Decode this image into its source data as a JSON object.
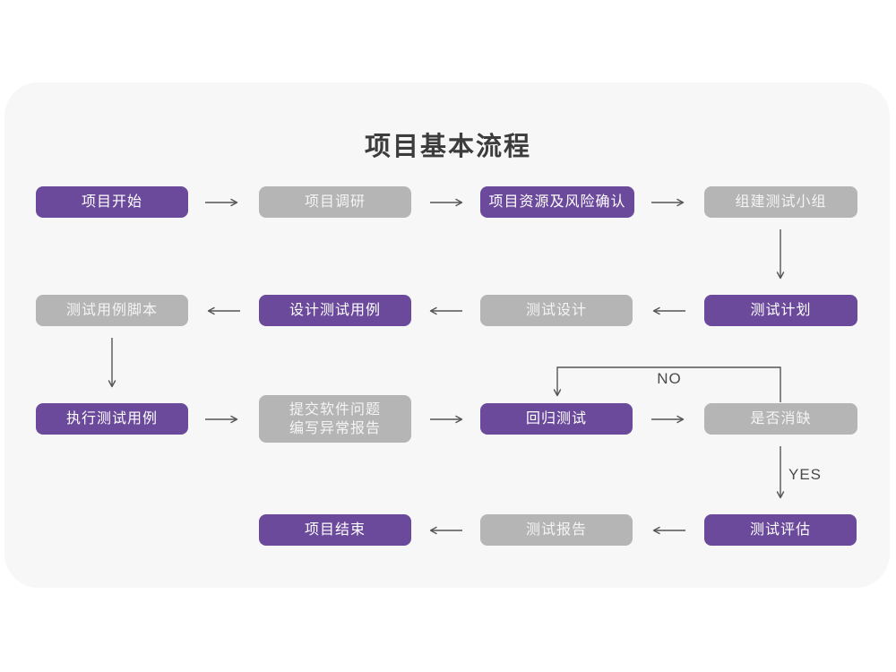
{
  "title": "项目基本流程",
  "colors": {
    "primary_node": "#6b4a9c",
    "secondary_node": "#b5b5b5",
    "card_background": "#f7f7f7",
    "page_background": "#ffffff",
    "arrow": "#555555",
    "title_text": "#3c3c3c"
  },
  "decision_labels": {
    "no": "NO",
    "yes": "YES"
  },
  "nodes": {
    "project_start": {
      "label": "项目开始",
      "style": "primary"
    },
    "project_research": {
      "label": "项目调研",
      "style": "secondary"
    },
    "resource_risk_confirm": {
      "label": "项目资源及风险确认",
      "style": "primary"
    },
    "build_test_team": {
      "label": "组建测试小组",
      "style": "secondary"
    },
    "test_case_script": {
      "label": "测试用例脚本",
      "style": "secondary"
    },
    "design_test_cases": {
      "label": "设计测试用例",
      "style": "primary"
    },
    "test_design": {
      "label": "测试设计",
      "style": "secondary"
    },
    "test_plan": {
      "label": "测试计划",
      "style": "primary"
    },
    "execute_test_cases": {
      "label": "执行测试用例",
      "style": "primary"
    },
    "submit_issue_report": {
      "label_line1": "提交软件问题",
      "label_line2": "编写异常报告",
      "style": "secondary"
    },
    "regression_test": {
      "label": "回归测试",
      "style": "primary"
    },
    "defect_resolved": {
      "label": "是否消缺",
      "style": "secondary"
    },
    "project_end": {
      "label": "项目结束",
      "style": "primary"
    },
    "test_report": {
      "label": "测试报告",
      "style": "secondary"
    },
    "test_evaluation": {
      "label": "测试评估",
      "style": "primary"
    }
  },
  "edges": [
    {
      "from": "project_start",
      "to": "project_research"
    },
    {
      "from": "project_research",
      "to": "resource_risk_confirm"
    },
    {
      "from": "resource_risk_confirm",
      "to": "build_test_team"
    },
    {
      "from": "build_test_team",
      "to": "test_plan"
    },
    {
      "from": "test_plan",
      "to": "test_design"
    },
    {
      "from": "test_design",
      "to": "design_test_cases"
    },
    {
      "from": "design_test_cases",
      "to": "test_case_script"
    },
    {
      "from": "test_case_script",
      "to": "execute_test_cases"
    },
    {
      "from": "execute_test_cases",
      "to": "submit_issue_report"
    },
    {
      "from": "submit_issue_report",
      "to": "regression_test"
    },
    {
      "from": "regression_test",
      "to": "defect_resolved"
    },
    {
      "from": "defect_resolved",
      "to": "regression_test",
      "label": "NO"
    },
    {
      "from": "defect_resolved",
      "to": "test_evaluation",
      "label": "YES"
    },
    {
      "from": "test_evaluation",
      "to": "test_report"
    },
    {
      "from": "test_report",
      "to": "project_end"
    }
  ]
}
